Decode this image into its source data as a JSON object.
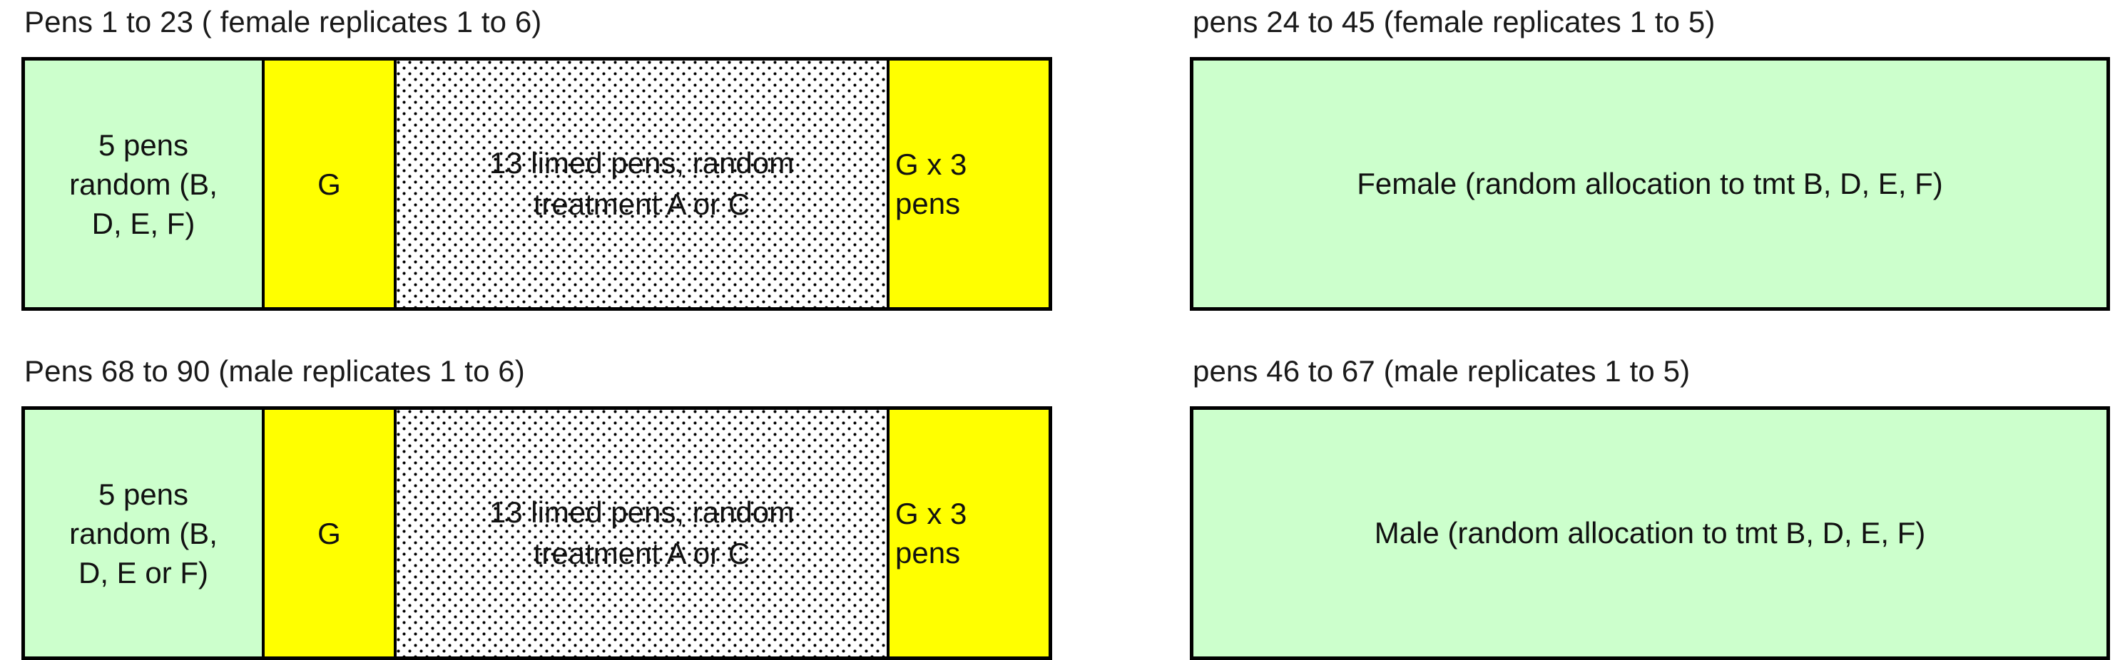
{
  "diagram": {
    "colors": {
      "green_fill": "#ccffcc",
      "yellow_fill": "#ffff00",
      "dotted_fill": "#ffffff",
      "border": "#000000",
      "text": "#111111"
    },
    "quadrants": [
      {
        "id": "top-left",
        "caption": "Pens 1 to 23 ( female replicates 1 to 6)",
        "type": "strip",
        "cells": [
          {
            "id": "green-5-pens",
            "fill": "green",
            "lines": [
              "5 pens",
              "random (B,",
              "D, E, F)"
            ]
          },
          {
            "id": "yellow-g",
            "fill": "yellow",
            "lines": [
              "G"
            ]
          },
          {
            "id": "dotted-limed",
            "fill": "dotted",
            "lines": [
              "13 limed pens, random",
              "treatment A or C"
            ]
          },
          {
            "id": "yellow-gx3",
            "fill": "yellow",
            "lines": [
              "G x 3",
              "pens"
            ]
          }
        ]
      },
      {
        "id": "top-right",
        "caption": "pens 24 to 45 (female replicates 1 to 5)",
        "type": "panel",
        "fill": "green",
        "text": "Female (random allocation to tmt B, D, E, F)"
      },
      {
        "id": "bottom-left",
        "caption": "Pens 68 to 90 (male replicates 1 to 6)",
        "type": "strip",
        "cells": [
          {
            "id": "green-5-pens",
            "fill": "green",
            "lines": [
              "5 pens",
              "random (B,",
              "D, E or F)"
            ]
          },
          {
            "id": "yellow-g",
            "fill": "yellow",
            "lines": [
              "G"
            ]
          },
          {
            "id": "dotted-limed",
            "fill": "dotted",
            "lines": [
              "13 limed pens, random",
              "treatment A or C"
            ]
          },
          {
            "id": "yellow-gx3",
            "fill": "yellow",
            "lines": [
              "G x 3",
              "pens"
            ]
          }
        ]
      },
      {
        "id": "bottom-right",
        "caption": "pens 46 to 67 (male replicates 1 to 5)",
        "type": "panel",
        "fill": "green",
        "text": "Male (random allocation to tmt B, D, E, F)"
      }
    ]
  }
}
